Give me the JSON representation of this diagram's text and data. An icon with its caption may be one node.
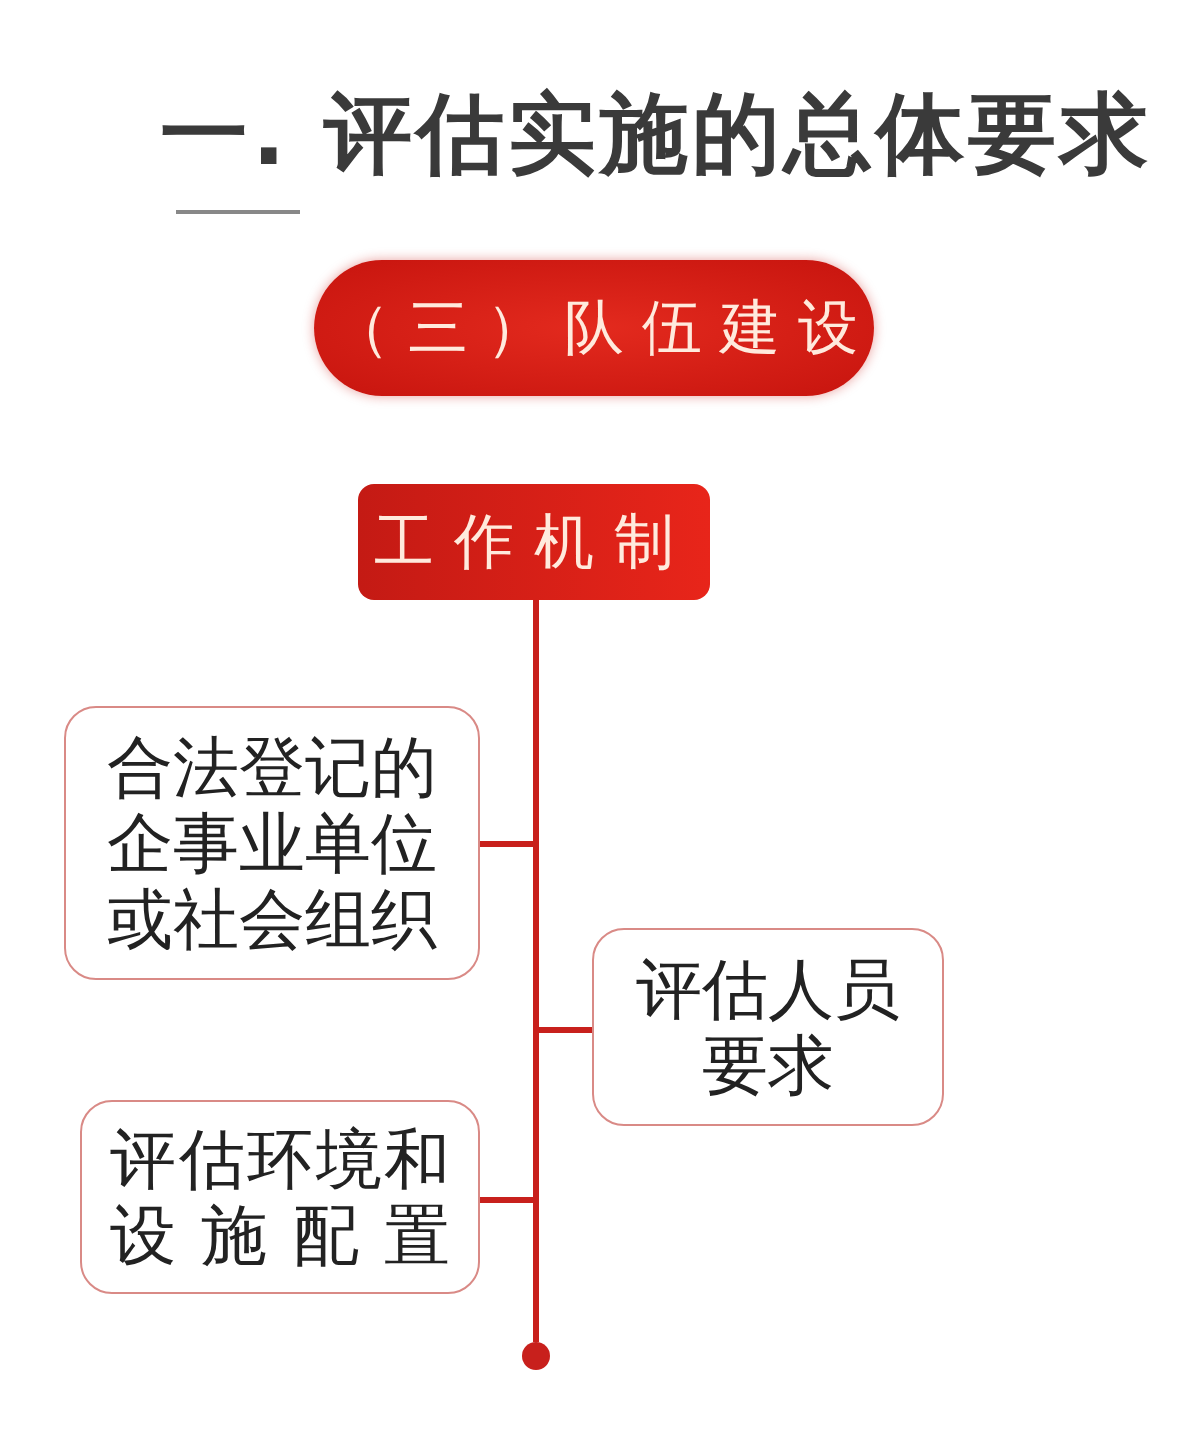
{
  "diagram": {
    "title": "一. 评估实施的总体要求",
    "nodes": [
      {
        "text": [
          "（三）队伍建设"
        ]
      },
      {
        "text": [
          "工作机制"
        ]
      },
      {
        "text": [
          "合法登记的企事业单位或社会组织"
        ]
      },
      {
        "text": [
          "评估人员要求"
        ]
      },
      {
        "text": [
          "评估环境和设施配置"
        ]
      },
      {
        "text": [],
        "shape": "circle"
      }
    ],
    "edges": [
      {
        "from": 1,
        "to": 2,
        "arrow": "none"
      },
      {
        "from": 1,
        "to": 3,
        "arrow": "none"
      },
      {
        "from": 1,
        "to": 4,
        "arrow": "none"
      },
      {
        "from": 1,
        "to": 5,
        "arrow": "none"
      }
    ]
  }
}
